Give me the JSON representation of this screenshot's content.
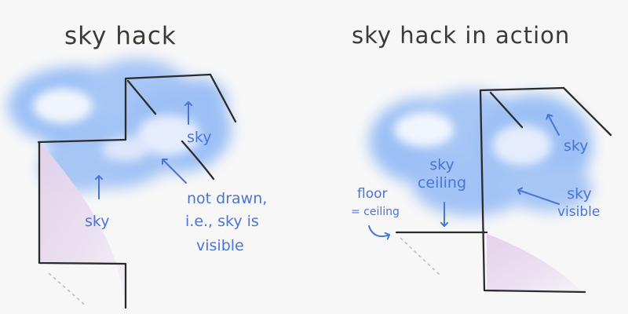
{
  "left_panel": {
    "title": "sky hack",
    "labels": {
      "sky_upper": "sky",
      "sky_lower": "sky",
      "not_drawn_line1": "not drawn,",
      "not_drawn_line2": "i.e., sky is",
      "not_drawn_line3": "visible"
    }
  },
  "right_panel": {
    "title": "sky hack in action",
    "labels": {
      "sky": "sky",
      "sky_ceiling_line1": "sky",
      "sky_ceiling_line2": "ceiling",
      "floor_line1": "floor",
      "floor_line2": "= ceiling",
      "sky_visible_line1": "sky",
      "sky_visible_line2": "visible"
    }
  },
  "colors": {
    "background": "#f7f7f7",
    "sky_cloud": "#9cc0f5",
    "cloud_highlight": "#ffffff",
    "wall_fill": "#e6d6ec",
    "annotation": "#4a74d6",
    "outline": "#2b2b2b"
  }
}
